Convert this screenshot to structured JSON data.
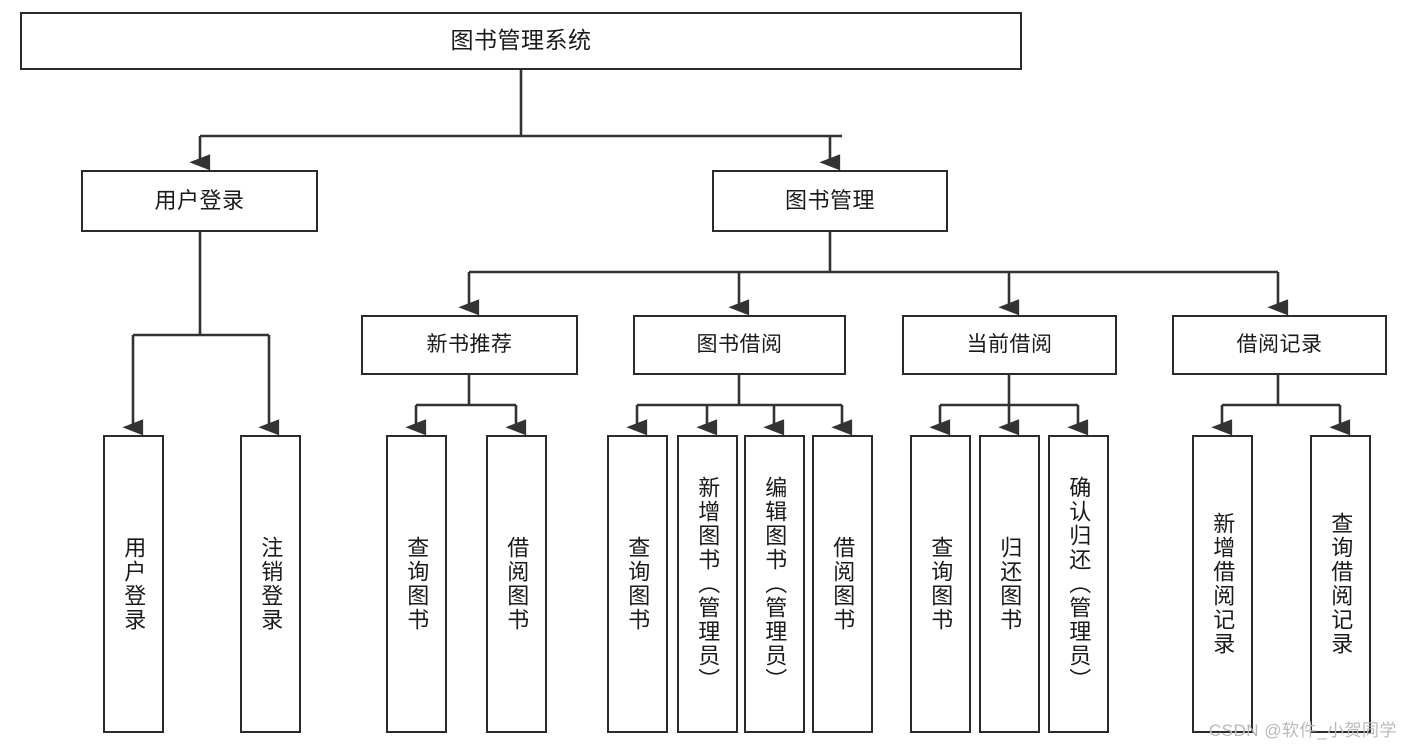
{
  "diagram": {
    "type": "tree-hierarchy",
    "title": "图书管理系统",
    "root": {
      "label": "图书管理系统"
    },
    "level2": [
      {
        "label": "用户登录"
      },
      {
        "label": "图书管理"
      }
    ],
    "level3": [
      {
        "label": "新书推荐"
      },
      {
        "label": "图书借阅"
      },
      {
        "label": "当前借阅"
      },
      {
        "label": "借阅记录"
      }
    ],
    "leaves": {
      "user_login": [
        {
          "label": "用户登录"
        },
        {
          "label": "注销登录"
        }
      ],
      "new_book_recommend": [
        {
          "label": "查询图书"
        },
        {
          "label": "借阅图书"
        }
      ],
      "book_borrow": [
        {
          "label": "查询图书"
        },
        {
          "label": "新增图书（管理员）"
        },
        {
          "label": "编辑图书（管理员）"
        },
        {
          "label": "借阅图书"
        }
      ],
      "current_borrow": [
        {
          "label": "查询图书"
        },
        {
          "label": "归还图书"
        },
        {
          "label": "确认归还（管理员）"
        }
      ],
      "borrow_record": [
        {
          "label": "新增借阅记录"
        },
        {
          "label": "查询借阅记录"
        }
      ]
    },
    "watermark": "CSDN @软件_小贺同学",
    "colors": {
      "box_border": "#2b2b2b",
      "box_fill": "#ffffff",
      "connector": "#333333",
      "text": "#1a1a1a",
      "watermark": "#b9b9b9"
    }
  }
}
